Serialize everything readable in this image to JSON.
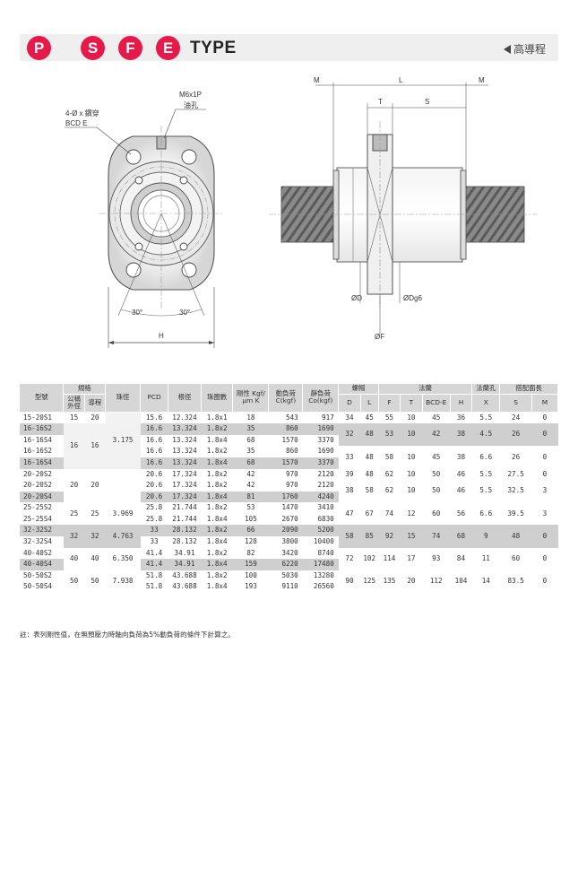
{
  "header": {
    "badges": [
      "P",
      "S",
      "F",
      "E"
    ],
    "type_label": "TYPE",
    "lead_label": "高導程",
    "accent": "#e6194b"
  },
  "drawing": {
    "front": {
      "hole_label": "4-Ø x 鑽穿",
      "bcd_label": "BCD E",
      "thread_label": "M6x1P",
      "oil_label": "油孔",
      "angle_left": "30°",
      "angle_right": "30°",
      "width_label": "H"
    },
    "side": {
      "m_left": "M",
      "l": "L",
      "m_right": "M",
      "t": "T",
      "s": "S",
      "od": "ØD",
      "odg": "ØDg6",
      "of": "ØF"
    }
  },
  "table": {
    "headers": {
      "model": "型號",
      "spec": "規格",
      "nominal": "公稱外徑",
      "lead": "導程",
      "ball": "珠徑",
      "pcd": "PCD",
      "root": "根徑",
      "turns": "珠圈數",
      "rigidity": "剛性 Kgf/μm K",
      "dyn": "動負荷 C(kgf)",
      "stat": "靜負荷 Co(kgf)",
      "nut": "螺帽",
      "flange": "法蘭",
      "flange_hole": "法蘭孔",
      "counterbore": "搭配面長",
      "d": "D",
      "l": "L",
      "f": "F",
      "t": "T",
      "bcde": "BCD-E",
      "h": "H",
      "x": "X",
      "s": "S",
      "m": "M"
    },
    "rows": [
      [
        "15-20S1",
        "15.6",
        "12.324",
        "1.8x1",
        "18",
        "543",
        "917"
      ],
      [
        "16-16S2",
        "16.6",
        "13.324",
        "1.8x2",
        "35",
        "860",
        "1690"
      ],
      [
        "16-16S4",
        "16.6",
        "13.324",
        "1.8x4",
        "68",
        "1570",
        "3370"
      ],
      [
        "16-16S2",
        "16.6",
        "13.324",
        "1.8x2",
        "35",
        "860",
        "1690"
      ],
      [
        "16-16S4",
        "16.6",
        "13.324",
        "1.8x4",
        "68",
        "1570",
        "3370"
      ],
      [
        "20-20S2",
        "20.6",
        "17.324",
        "1.8x2",
        "42",
        "970",
        "2120"
      ],
      [
        "20-20S2",
        "20.6",
        "17.324",
        "1.8x2",
        "42",
        "970",
        "2120"
      ],
      [
        "20-20S4",
        "20.6",
        "17.324",
        "1.8x4",
        "81",
        "1760",
        "4240"
      ],
      [
        "25-25S2",
        "25.8",
        "21.744",
        "1.8x2",
        "53",
        "1470",
        "3410"
      ],
      [
        "25-25S4",
        "25.8",
        "21.744",
        "1.8x4",
        "105",
        "2670",
        "6830"
      ],
      [
        "32-32S2",
        "33",
        "28.132",
        "1.8x2",
        "66",
        "2090",
        "5200"
      ],
      [
        "32-32S4",
        "33",
        "28.132",
        "1.8x4",
        "128",
        "3800",
        "10400"
      ],
      [
        "40-40S2",
        "41.4",
        "34.91",
        "1.8x2",
        "82",
        "3420",
        "8740"
      ],
      [
        "40-40S4",
        "41.4",
        "34.91",
        "1.8x4",
        "159",
        "6220",
        "17480"
      ],
      [
        "50-50S2",
        "51.8",
        "43.688",
        "1.8x2",
        "100",
        "5030",
        "13280"
      ],
      [
        "50-50S4",
        "51.8",
        "43.688",
        "1.8x4",
        "193",
        "9110",
        "26560"
      ]
    ],
    "groups": [
      [
        "15",
        "20",
        "",
        "34",
        "45",
        "55",
        "10",
        "45",
        "36",
        "5.5",
        "24",
        "0"
      ],
      [
        "16",
        "16",
        "3.175",
        "32",
        "48",
        "53",
        "10",
        "42",
        "38",
        "4.5",
        "26",
        "0"
      ],
      [
        "",
        "",
        "",
        "33",
        "48",
        "58",
        "10",
        "45",
        "38",
        "6.6",
        "26",
        "0"
      ],
      [
        "20",
        "20",
        "",
        "39",
        "48",
        "62",
        "10",
        "50",
        "46",
        "5.5",
        "27.5",
        "0"
      ],
      [
        "",
        "",
        "",
        "38",
        "58",
        "62",
        "10",
        "50",
        "46",
        "5.5",
        "32.5",
        "3"
      ],
      [
        "25",
        "25",
        "3.969",
        "47",
        "67",
        "74",
        "12",
        "60",
        "56",
        "6.6",
        "39.5",
        "3"
      ],
      [
        "32",
        "32",
        "4.763",
        "58",
        "85",
        "92",
        "15",
        "74",
        "68",
        "9",
        "48",
        "0"
      ],
      [
        "40",
        "40",
        "6.350",
        "72",
        "102",
        "114",
        "17",
        "93",
        "84",
        "11",
        "60",
        "0"
      ],
      [
        "50",
        "50",
        "7.938",
        "90",
        "125",
        "135",
        "20",
        "112",
        "104",
        "14",
        "83.5",
        "0"
      ]
    ]
  },
  "note": "註：表列剛性值，在無預壓力時軸向負荷為5%動負荷的條件下計算之。"
}
